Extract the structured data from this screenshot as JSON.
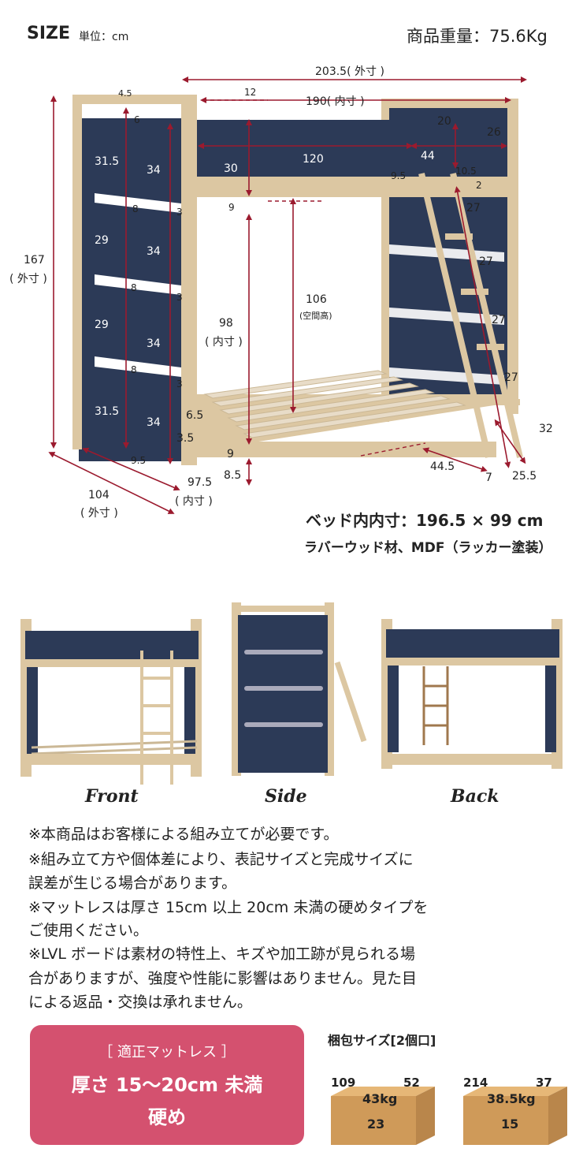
{
  "header": {
    "size_label": "SIZE",
    "unit_label": "単位：cm",
    "weight_label": "商品重量：75.6Kg"
  },
  "dimensions": {
    "outer_width": "203.5( 外寸 )",
    "inner_length": "190( 内寸 )",
    "top_12": "12",
    "top_4_5": "4.5",
    "top_6": "6",
    "d20": "20",
    "d26": "26",
    "d44": "44",
    "d120": "120",
    "d30": "30",
    "d9_5a": "9.5",
    "d10_5": "10.5",
    "d2": "2",
    "d9a": "9",
    "d31_5a": "31.5",
    "d34a": "34",
    "d8a": "8",
    "d3a": "3",
    "d29a": "29",
    "d34b": "34",
    "d8b": "8",
    "d3b": "3",
    "d29b": "29",
    "d34c": "34",
    "d8c": "8",
    "d3c": "3",
    "d31_5b": "31.5",
    "d34d": "34",
    "height": "167",
    "height_note": "( 外寸 )",
    "clearance": "106",
    "clearance_note": "(空間高)",
    "inner_h": "98",
    "inner_h_note": "( 内寸 )",
    "d6_5": "6.5",
    "d3_5": "3.5",
    "d9_5b": "9.5",
    "d9b": "9",
    "d8_5": "8.5",
    "inner_w": "97.5",
    "inner_w_note": "( 内寸 )",
    "outer_depth": "104",
    "outer_depth_note": "( 外寸 )",
    "ladder1": "27",
    "ladder2": "27",
    "ladder3": "27",
    "ladder4": "27",
    "ladder_w": "32",
    "foot_44_5": "44.5",
    "foot_7": "7",
    "foot_25_5": "25.5"
  },
  "specs": {
    "inner_size": "ベッド内内寸：196.5 × 99 cm",
    "material": "ラバーウッド材、MDF（ラッカー塗装）"
  },
  "views": {
    "front": "Front",
    "side": "Side",
    "back": "Back"
  },
  "notes": [
    "※本商品はお客様による組み立てが必要です。",
    "※組み立て方や個体差により、表記サイズと完成サイズに",
    "誤差が生じる場合があります。",
    "※マットレスは厚さ 15cm 以上 20cm 未満の硬めタイプを",
    "ご使用ください。",
    "※LVL ボードは素材の特性上、キズや加工跡が見られる場",
    "合がありますが、強度や性能に影響はありません。見た目",
    "による返品・交換は承れません。"
  ],
  "mattress": {
    "title": "［ 適正マットレス ］",
    "thickness": "厚さ 15〜20cm 未満",
    "firmness": "硬め"
  },
  "package": {
    "title": "梱包サイズ[2個口]",
    "box1": {
      "w": "109",
      "d": "52",
      "weight": "43kg",
      "h": "23"
    },
    "box2": {
      "w": "214",
      "d": "37",
      "weight": "38.5kg",
      "h": "15"
    }
  },
  "colors": {
    "navy": "#2c3a57",
    "wood": "#dcc7a2",
    "dim_line": "#9b1a2e",
    "pink": "#d4516f"
  }
}
